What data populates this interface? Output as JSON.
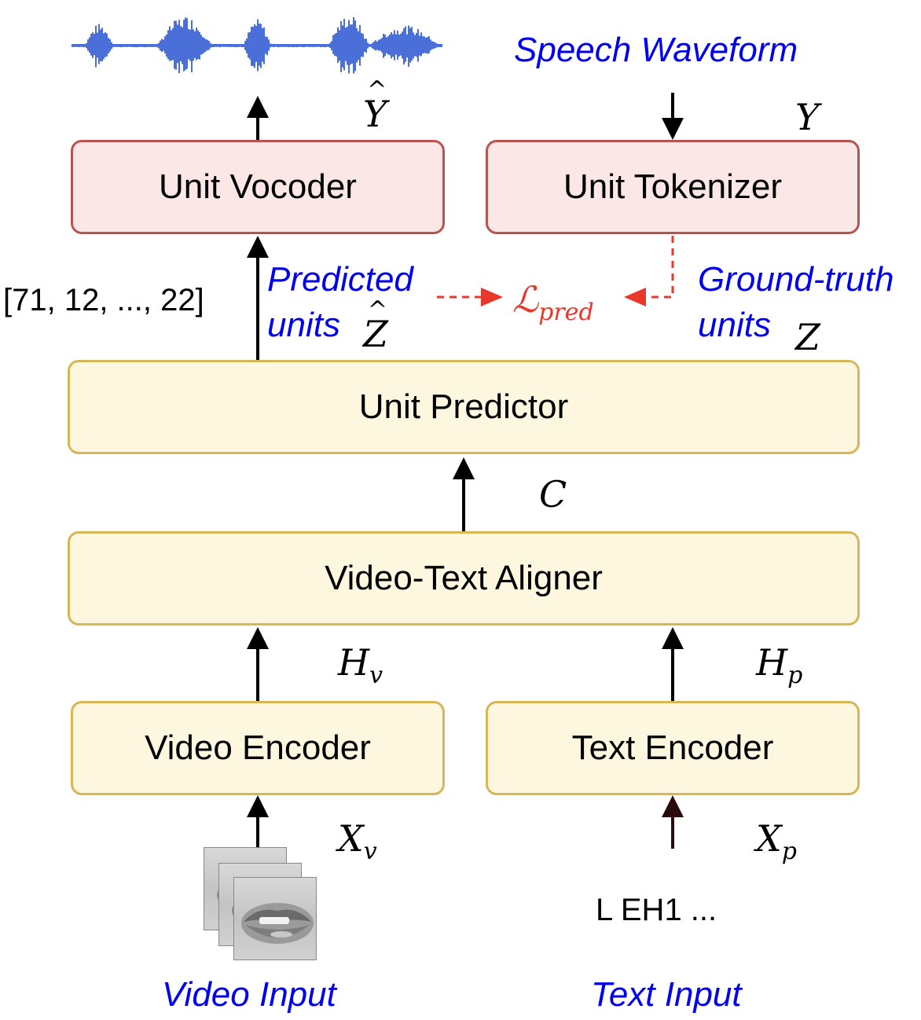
{
  "boxes": {
    "unit_vocoder": "Unit Vocoder",
    "unit_tokenizer": "Unit Tokenizer",
    "unit_predictor": "Unit Predictor",
    "video_text_aligner": "Video-Text Aligner",
    "video_encoder": "Video Encoder",
    "text_encoder": "Text Encoder"
  },
  "labels": {
    "speech_waveform": "Speech Waveform",
    "predicted": "Predicted",
    "predicted_units": "units",
    "ground_truth": "Ground-truth",
    "ground_truth_units": "units",
    "video_input": "Video Input",
    "text_input": "Text Input"
  },
  "symbols": {
    "y_hat": "Y",
    "y": "Y",
    "z_hat": "Z",
    "z": "Z",
    "c": "C",
    "h": "H",
    "h_v_sub": "v",
    "h_p_sub": "p",
    "x": "X",
    "x_v_sub": "v",
    "x_p_sub": "p",
    "loss_main": "ℒ",
    "loss_sub": "pred"
  },
  "values": {
    "unit_sequence": "[71, 12, ..., 22]",
    "phoneme_sequence": "L EH1 ..."
  },
  "colors": {
    "red_box_fill": "#fbe8e6",
    "red_box_border": "#b85450",
    "yellow_box_fill": "#fef7e0",
    "yellow_box_border": "#d6b656",
    "label_blue": "#0000ee",
    "loss_red": "#e8372b",
    "waveform_blue": "#4a6fd8"
  }
}
